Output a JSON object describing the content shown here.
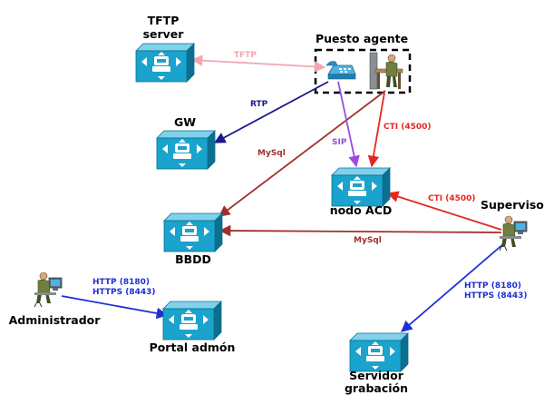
{
  "nodes": {
    "tftp": {
      "label_line1": "TFTP",
      "label_line2": "server",
      "icon": "cisco-server-icon"
    },
    "agent": {
      "label": "Puesto agente",
      "icons": [
        "ip-phone-icon",
        "agent-workstation-icon"
      ]
    },
    "gw": {
      "label": "GW",
      "icon": "cisco-server-icon"
    },
    "acd": {
      "label": "nodo ACD",
      "icon": "cisco-server-icon"
    },
    "bbdd": {
      "label": "BBDD",
      "icon": "cisco-server-icon"
    },
    "supervisor": {
      "label": "Supervisor",
      "icon": "operator-workstation-icon"
    },
    "admin": {
      "label": "Administrador",
      "icon": "operator-workstation-icon"
    },
    "portal": {
      "label": "Portal admón",
      "icon": "cisco-server-icon"
    },
    "recorder": {
      "label_line1": "Servidor",
      "label_line2": "grabación",
      "icon": "cisco-server-icon"
    }
  },
  "edges": {
    "tftp": {
      "label": "TFTP",
      "color": "#f4a6b2"
    },
    "rtp": {
      "label": "RTP",
      "color": "#1a1a8c"
    },
    "mysql_agent": {
      "label": "MySql",
      "color": "#a0302e"
    },
    "sip": {
      "label": "SIP",
      "color": "#9b4be0"
    },
    "cti_agent": {
      "label": "CTI (4500)",
      "color": "#e6261f"
    },
    "cti_supervisor": {
      "label": "CTI (4500)",
      "color": "#e6261f"
    },
    "mysql_supervisor": {
      "label": "MySql",
      "color": "#a0302e"
    },
    "http_admin": {
      "label_line1": "HTTP (8180)",
      "label_line2": "HTTPS (8443)",
      "color": "#1f2fd6"
    },
    "http_supervisor": {
      "label_line1": "HTTP (8180)",
      "label_line2": "HTTPS (8443)",
      "color": "#1f2fd6"
    }
  },
  "colors": {
    "server_fill": "#1aa3cc",
    "server_dark": "#0b6f8f",
    "server_light": "#7fd2ea"
  }
}
